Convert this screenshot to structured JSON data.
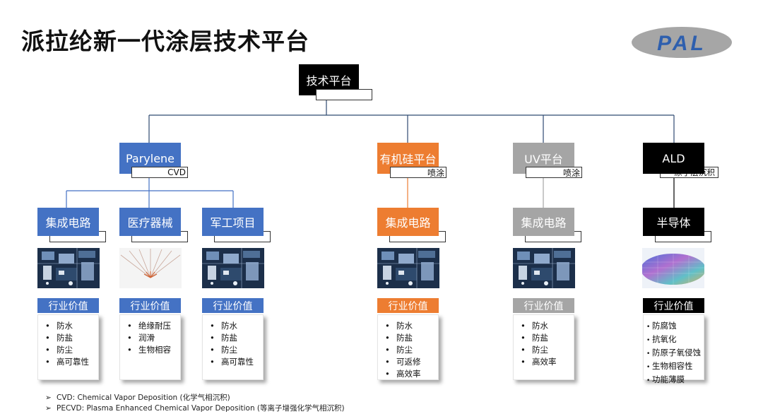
{
  "title": "派拉纶新一代涂层技术平台",
  "logo": {
    "text": "PAL",
    "color": "#2e5fae",
    "bg": "#a6a6a6"
  },
  "colors": {
    "blue": "#4472c4",
    "orange": "#ed7d31",
    "gray": "#a5a5a5",
    "black": "#000000",
    "line": "#2f4a70"
  },
  "root": {
    "label": "技术平台"
  },
  "platforms": [
    {
      "label": "Parylene",
      "sub": "CVD"
    },
    {
      "label": "有机硅平台",
      "sub": "喷涂"
    },
    {
      "label": "UV平台",
      "sub": "喷涂"
    },
    {
      "label": "ALD",
      "sub": "原子层沉积"
    }
  ],
  "industries": [
    {
      "label": "集成电路",
      "image": "circuit-board"
    },
    {
      "label": "医疗器械",
      "image": "medical-needles"
    },
    {
      "label": "军工项目",
      "image": "circuit-board"
    },
    {
      "label": "集成电路",
      "image": "circuit-board"
    },
    {
      "label": "集成电路",
      "image": "circuit-board"
    },
    {
      "label": "半导体",
      "image": "silicon-wafer"
    }
  ],
  "value_header": "行业价值",
  "values": [
    [
      "防水",
      "防盐",
      "防尘",
      "高可靠性"
    ],
    [
      "绝缘耐压",
      "润滑",
      "生物相容"
    ],
    [
      "防水",
      "防盐",
      "防尘",
      "高可靠性"
    ],
    [
      "防水",
      "防盐",
      "防尘",
      "可返修",
      "高效率"
    ],
    [
      "防水",
      "防盐",
      "防尘",
      "高效率"
    ],
    [
      "防腐蚀",
      "抗氧化",
      "防原子氧侵蚀",
      "生物相容性",
      "功能薄膜"
    ]
  ],
  "notes": [
    "CVD: Chemical Vapor Deposition (化学气相沉积)",
    "PECVD: Plasma Enhanced Chemical Vapor Deposition (等离子增强化学气相沉积)"
  ],
  "note_bullet": "➢"
}
